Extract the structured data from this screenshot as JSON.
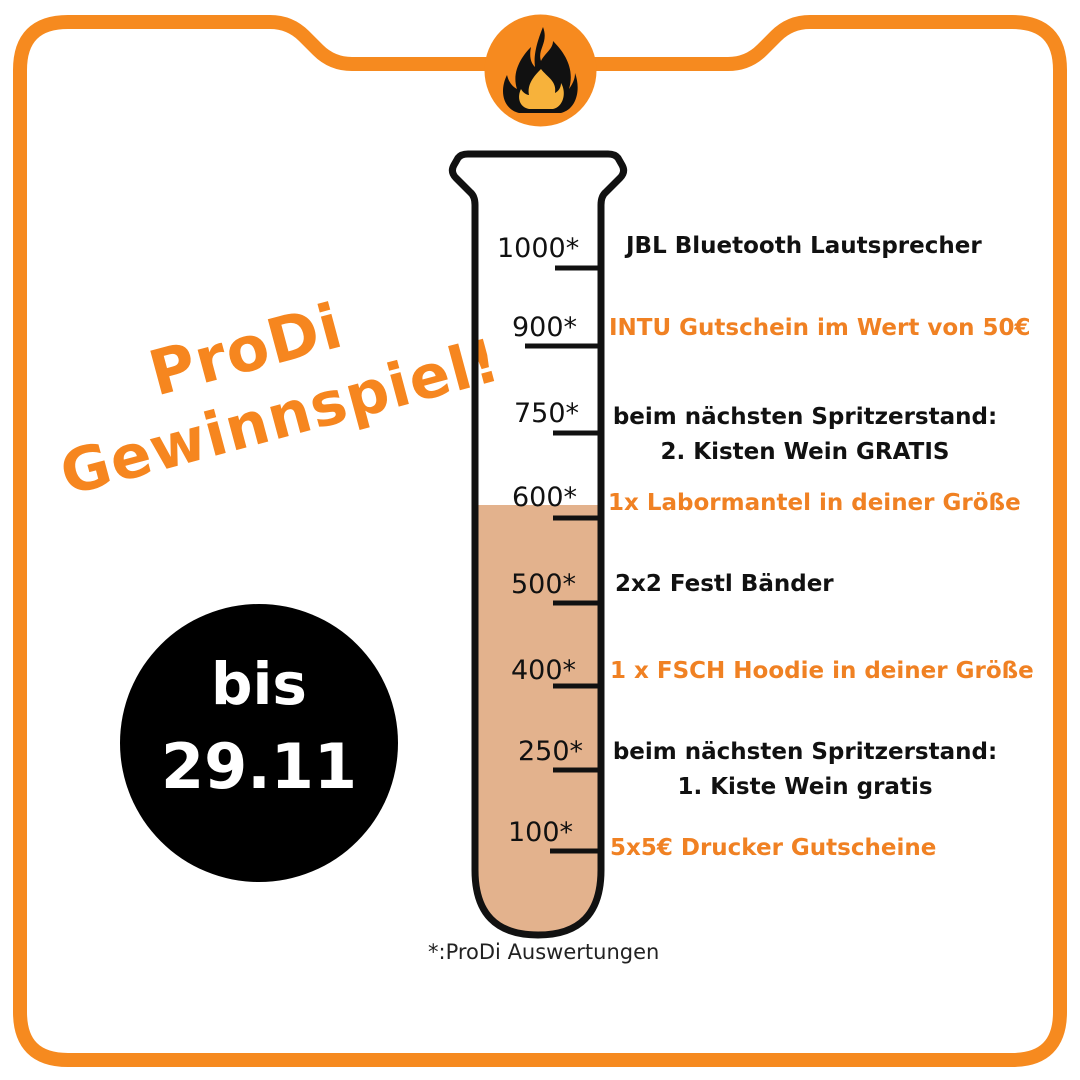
{
  "title": {
    "line1": "ProDi",
    "line2": "Gewinnspiel!"
  },
  "deadline": {
    "prefix": "bis",
    "date": "29.11"
  },
  "badge_icon": "flame-icon",
  "fill_level": 600,
  "colors": {
    "accent": "#f6861f",
    "liquid": "#e3b28d",
    "deadline_bg": "#000000"
  },
  "levels": [
    {
      "value": "1000*",
      "prize_lines": [
        "JBL Bluetooth Lautsprecher"
      ],
      "color": "black"
    },
    {
      "value": "900*",
      "prize_lines": [
        "INTU Gutschein im Wert von 50€"
      ],
      "color": "orange"
    },
    {
      "value": "750*",
      "prize_lines": [
        "beim nächsten Spritzerstand:",
        "2. Kisten Wein GRATIS"
      ],
      "color": "black"
    },
    {
      "value": "600*",
      "prize_lines": [
        "1x Labormantel in deiner Größe"
      ],
      "color": "orange"
    },
    {
      "value": "500*",
      "prize_lines": [
        "2x2 Festl Bänder"
      ],
      "color": "black"
    },
    {
      "value": "400*",
      "prize_lines": [
        "1 x FSCH Hoodie in deiner Größe"
      ],
      "color": "orange"
    },
    {
      "value": "250*",
      "prize_lines": [
        "beim nächsten Spritzerstand:",
        "1. Kiste Wein gratis"
      ],
      "color": "black"
    },
    {
      "value": "100*",
      "prize_lines": [
        "5x5€ Drucker Gutscheine"
      ],
      "color": "orange"
    }
  ],
  "footnote": "*:ProDi Auswertungen"
}
